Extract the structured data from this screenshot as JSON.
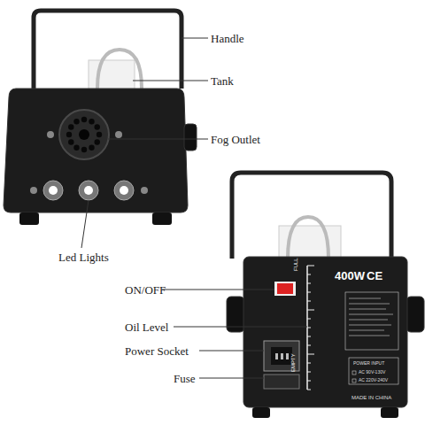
{
  "diagram": {
    "labels": [
      "Handle",
      "Tank",
      "Fog Outlet",
      "Led Lights",
      "ON/OFF",
      "Oil Level",
      "Power Socket",
      "Fuse",
      "400W",
      "CE",
      "FULL",
      "EMPTY",
      "POWER INPUT",
      "AC 90V-130V",
      "AC 220V-240V",
      "MADE IN CHINA"
    ]
  }
}
